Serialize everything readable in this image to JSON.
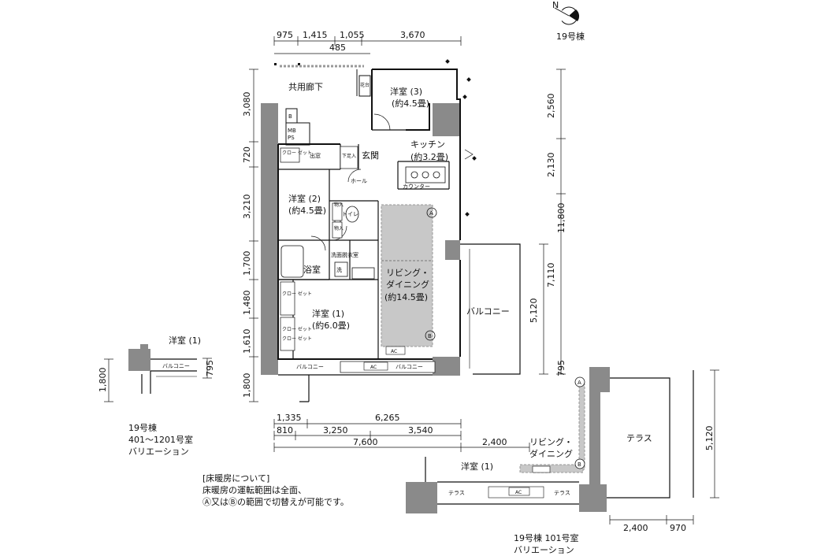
{
  "compass": {
    "building": "19号棟",
    "north_letter": "N"
  },
  "dimensions": {
    "top_row1": [
      "975",
      "1,415",
      "1,055",
      "3,670"
    ],
    "top_row2": "485",
    "left": [
      "3,080",
      "720",
      "3,210",
      "1,700",
      "1,480",
      "1,610",
      "1,800"
    ],
    "right_inner": [
      "2,560",
      "2,130",
      "11,800",
      "7,110",
      "5,120",
      "795"
    ],
    "bottom_row1": [
      "1,335",
      "6,265"
    ],
    "bottom_row2": [
      "810",
      "3,250",
      "3,540"
    ],
    "bottom_row3": [
      "7,600",
      "2,400"
    ],
    "variation_left": [
      "1,800",
      "795"
    ],
    "variation_101_bottom": [
      "2,400",
      "970"
    ],
    "variation_101_right": "5,120"
  },
  "rooms": {
    "corridor": "共用廊下",
    "western3_name": "洋室 (3)",
    "western3_size": "(約4.5畳)",
    "kitchen_name": "キッチン",
    "kitchen_size": "(約3.2畳)",
    "entrance": "玄関",
    "hall": "ホール",
    "counter": "カウンター",
    "western2_name": "洋室 (2)",
    "western2_size": "(約4.5畳)",
    "toilet": "トイレ",
    "storage": "物入",
    "storage2": "物入",
    "washroom": "洗面脱衣室",
    "bath": "浴室",
    "washer": "洗",
    "living_name1": "リビング・",
    "living_name2": "ダイニング",
    "living_size": "(約14.5畳)",
    "balcony_right": "バルコニー",
    "western1_name": "洋室 (1)",
    "western1_size": "(約6.0畳)",
    "balcony_bottom_left": "バルコニー",
    "balcony_bottom_right": "バルコニー",
    "ac": "AC",
    "ac2": "AC",
    "closet": "クロー ゼット",
    "closet_a": "クロー ゼット",
    "closet_b": "クロー ゼット",
    "closet_c": "クロー ゼット",
    "out_window": "出窓",
    "mb": "MB",
    "ps": "PS",
    "b_box": "B",
    "flower": "花台",
    "shoe": "下足入",
    "zone_a": "A",
    "zone_b": "B"
  },
  "variation_small": {
    "room": "洋室 (1)",
    "balcony": "バルコニー",
    "caption1": "19号棟",
    "caption2": "401～1201号室",
    "caption3": "バリエーション"
  },
  "variation_101": {
    "living1": "リビング・",
    "living2": "ダイニング",
    "western1": "洋室 (1)",
    "terrace_right": "テラス",
    "terrace_left": "テラス",
    "terrace_mid": "テラス",
    "ac": "AC",
    "zone_a": "A",
    "zone_b": "B",
    "caption1": "19号棟 101号室",
    "caption2": "バリエーション"
  },
  "floor_heating": {
    "heading": "[床暖房について]",
    "line1": "床暖房の運転範囲は全面、",
    "line2": "Ⓐ又はⒷの範囲で切替えが可能です。"
  }
}
